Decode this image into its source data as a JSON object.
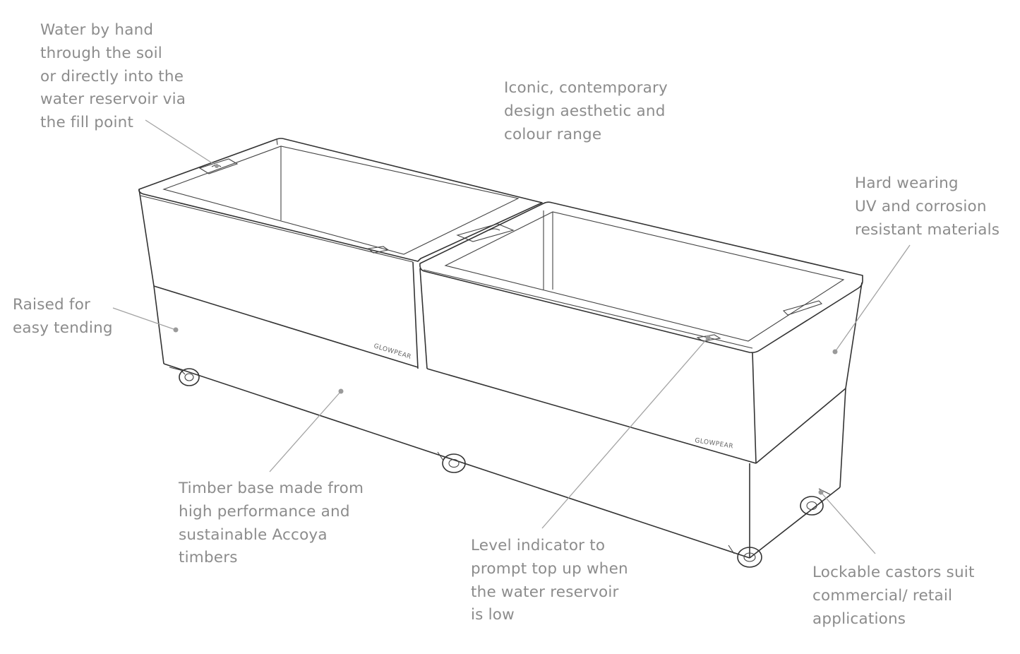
{
  "brand": "GLOWPEAR",
  "annotations": {
    "fill_point": [
      "Water by hand",
      "through the soil",
      "or directly into the",
      "water reservoir via",
      "the fill point"
    ],
    "design": [
      "Iconic, contemporary",
      "design aesthetic and",
      "colour range"
    ],
    "materials": [
      "Hard wearing",
      "UV and corrosion",
      "resistant materials"
    ],
    "raised": [
      "Raised for",
      "easy tending"
    ],
    "timber": [
      "Timber base made from",
      "high performance and",
      "sustainable Accoya",
      "timbers"
    ],
    "level": [
      "Level indicator to",
      "prompt top up when",
      "the water reservoir",
      "is low"
    ],
    "castors": [
      "Lockable castors suit",
      "commercial/ retail",
      "applications"
    ]
  }
}
